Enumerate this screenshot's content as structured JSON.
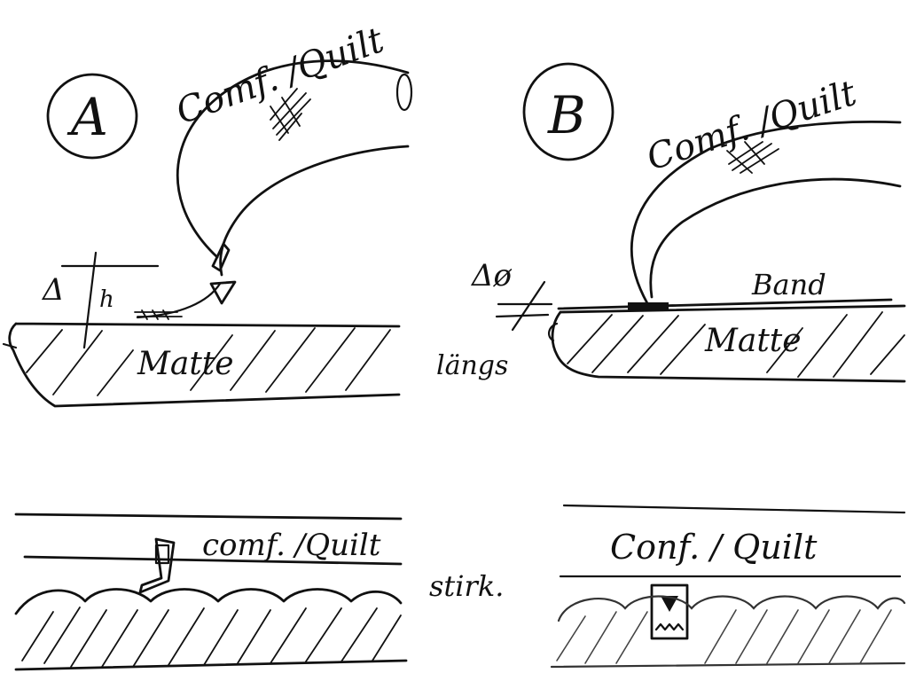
{
  "panel_a": {
    "badge": "A",
    "quilt_label": "Comf. /Quilt",
    "mat_label": "Matte",
    "delta_label": "Δ",
    "h_label": "h"
  },
  "panel_b": {
    "badge": "B",
    "quilt_label": "Comf. /Quilt",
    "mat_label": "Matte",
    "band_label": "Band",
    "delta_label": "Δø"
  },
  "side_labels": {
    "lengthwise": "längs",
    "cross": "stirk."
  },
  "lower_a": {
    "quilt_label": "comf. /Quilt"
  },
  "lower_b": {
    "quilt_label": "Conf. / Quilt"
  }
}
